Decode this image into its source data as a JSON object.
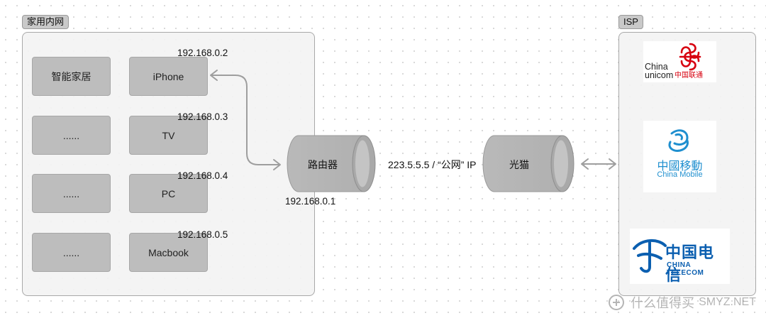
{
  "home_network": {
    "label": "家用内网",
    "devices": [
      {
        "name": "智能家居",
        "ip": ""
      },
      {
        "name": "iPhone",
        "ip": "192.168.0.2"
      },
      {
        "name": "......",
        "ip": ""
      },
      {
        "name": "TV",
        "ip": "192.168.0.3"
      },
      {
        "name": "......",
        "ip": ""
      },
      {
        "name": "PC",
        "ip": "192.168.0.4"
      },
      {
        "name": "......",
        "ip": ""
      },
      {
        "name": "Macbook",
        "ip": "192.168.0.5"
      }
    ]
  },
  "router": {
    "label": "路由器",
    "lan_ip": "192.168.0.1"
  },
  "wan_link": {
    "label": "223.5.5.5 / “公网” IP"
  },
  "modem": {
    "label": "光猫"
  },
  "isp": {
    "label": "ISP",
    "providers": [
      {
        "icon": "china-unicom-logo",
        "line1": "China",
        "line2": "unicom",
        "cn": "中国联通",
        "color": "#d7000f"
      },
      {
        "icon": "china-mobile-logo",
        "cn": "中國移動",
        "en": "China Mobile",
        "color": "#1f8fcf"
      },
      {
        "icon": "china-telecom-logo",
        "cn": "中国电信",
        "en": "CHINA TELECOM",
        "color": "#0b5fb0"
      }
    ]
  },
  "watermark": {
    "text": "什么值得买",
    "site": "SMYZ.NET"
  },
  "colors": {
    "node_fill": "#bdbdbd",
    "frame_stroke": "#a8a8a8",
    "connector": "#9e9e9e",
    "cylinder": "#b7b7b7"
  }
}
